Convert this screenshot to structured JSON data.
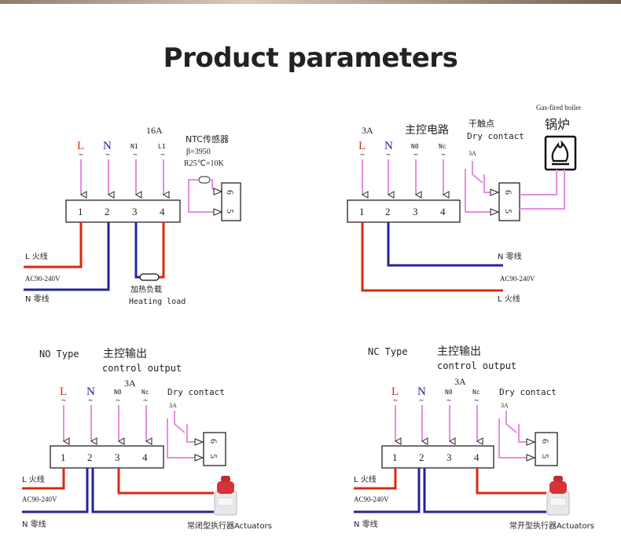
{
  "title": "Product parameters",
  "colors": {
    "live": "#d92a10",
    "neutral": "#26239a",
    "signal": "#e58ee0",
    "box": "#111111"
  },
  "panel1": {
    "current": "16A",
    "terminals": [
      "L",
      "N",
      "N1",
      "L1"
    ],
    "numbers": [
      "1",
      "2",
      "3",
      "4"
    ],
    "sensor_title": "NTC传感器",
    "sensor_beta": "β=3950",
    "sensor_r": "R25℃=10K",
    "block_numbers": [
      "6",
      "5"
    ],
    "live_label": "L 火线",
    "voltage": "AC90-240V",
    "neutral_label": "N 零线",
    "heater_cn": "加热负载",
    "heater_en": "Heating load"
  },
  "panel2": {
    "current": "3A",
    "main_control": "主控电路",
    "dry_cn": "干触点",
    "dry_en": "Dry contact",
    "dry_current": "3A",
    "boiler_en": "Gas-fired boiler",
    "boiler_cn": "锅炉",
    "terminals": [
      "L",
      "N",
      "N0",
      "Nc"
    ],
    "numbers": [
      "1",
      "2",
      "3",
      "4"
    ],
    "block_numbers": [
      "6",
      "5"
    ],
    "neutral_label": "N 零线",
    "voltage": "AC90-240V",
    "live_label": "L 火线"
  },
  "panel3": {
    "type_label": "NO Type",
    "main_cn": "主控输出",
    "main_en": "control output",
    "current": "3A",
    "dry_en": "Dry contact",
    "dry_current": "3A",
    "terminals": [
      "L",
      "N",
      "N0",
      "Nc"
    ],
    "numbers": [
      "1",
      "2",
      "3",
      "4"
    ],
    "block_numbers": [
      "6",
      "5"
    ],
    "live_label": "L 火线",
    "voltage": "AC90-240V",
    "neutral_label": "N 零线",
    "actuator_label": "常闭型执行器Actuators"
  },
  "panel4": {
    "type_label": "NC Type",
    "main_cn": "主控输出",
    "main_en": "control output",
    "current": "3A",
    "dry_en": "Dry contact",
    "dry_current": "3A",
    "terminals": [
      "L",
      "N",
      "N0",
      "Nc"
    ],
    "numbers": [
      "1",
      "2",
      "3",
      "4"
    ],
    "block_numbers": [
      "6",
      "5"
    ],
    "live_label": "L 火线",
    "voltage": "AC90-240V",
    "neutral_label": "N 零线",
    "actuator_label": "常开型执行器Actuators"
  }
}
